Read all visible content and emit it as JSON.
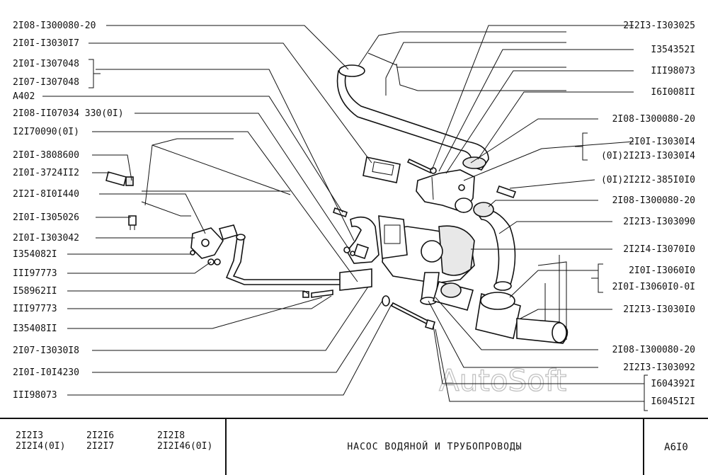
{
  "labels_left": [
    "2I08-I300080-20",
    "2I0I-I3030I7",
    "2I0I-I307048",
    "2I07-I307048",
    "A402",
    "2I08-II07034 330(0I)",
    "I2I70090(0I)",
    "2I0I-3808600",
    "2I0I-3724II2",
    "2I2I-8I0I440",
    "2I0I-I305026",
    "2I0I-I303042",
    "I354082I",
    "III97773",
    "I58962II",
    "III97773",
    "I35408II",
    "2I07-I3030I8",
    "2I0I-I0I4230",
    "III98073"
  ],
  "labels_right": [
    "2I2I3-I303025",
    "I354352I",
    "III98073",
    "I6I008II",
    "2I08-I300080-20",
    "2I0I-I3030I4",
    "(0I)2I2I3-I3030I4",
    "(0I)2I2I2-385I0I0",
    "2I08-I300080-20",
    "2I2I3-I303090",
    "2I2I4-I3070I0",
    "2I0I-I3060I0",
    "2I0I-I3060I0-0I",
    "2I2I3-I3030I0",
    "2I08-I300080-20",
    "2I2I3-I303092",
    "I604392I",
    "I6045I2I"
  ],
  "watermark": "AutoSoft",
  "models": [
    "2I2I3",
    "2I2I4(0I)",
    "2I2I6",
    "2I2I7",
    "2I2I8",
    "2I2I46(0I)"
  ],
  "title": "НАСОС  ВОДЯНОЙ  И  ТРУБОПРОВОДЫ",
  "sheet_code": "А6I0"
}
